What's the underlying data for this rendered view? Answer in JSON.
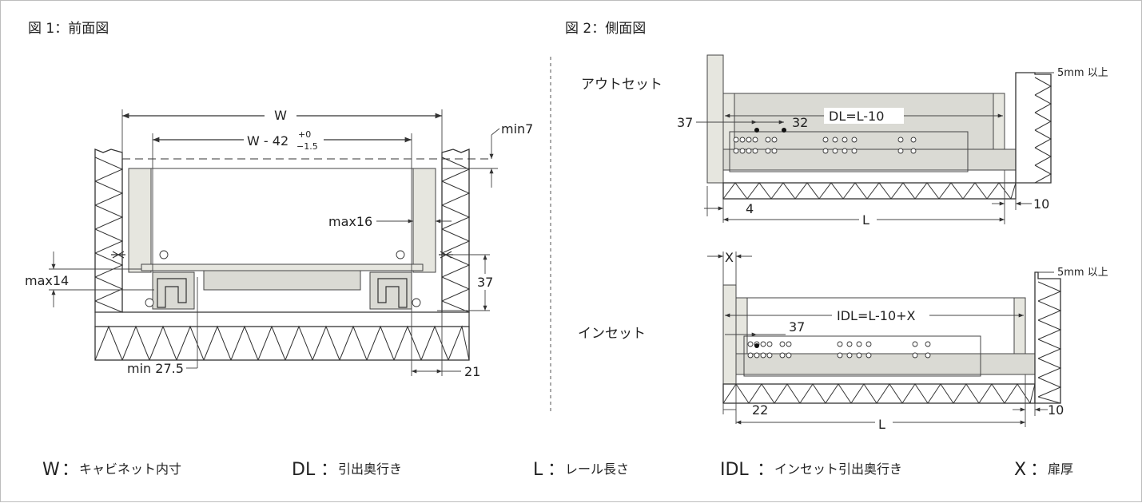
{
  "figure1": {
    "title": "図 1：前面図",
    "dim_w": "W",
    "dim_w42": "W - 42",
    "tol_plus": "+0",
    "tol_minus": "−1.5",
    "min7": "min7",
    "max16": "max16",
    "max14": "max14",
    "dim37": "37",
    "min275": "min 27.5",
    "dim21": "21"
  },
  "figure2": {
    "title": "図 2：側面図",
    "outset": {
      "label": "アウトセット",
      "gap": "5mm 以上",
      "dim37": "37",
      "dim32": "32",
      "dl": "DL=L-10",
      "dim4": "4",
      "dimL": "L",
      "dim10": "10"
    },
    "inset": {
      "label": "インセット",
      "x": "X",
      "gap": "5mm 以上",
      "idl": "IDL=L-10+X",
      "dim37": "37",
      "dim22": "22",
      "dimL": "L",
      "dim10": "10"
    }
  },
  "legend": [
    {
      "key": "W",
      "sep": "：",
      "desc": "キャビネット内寸"
    },
    {
      "key": "DL",
      "sep": "：",
      "desc": "引出奥行き"
    },
    {
      "key": "L",
      "sep": "：",
      "desc": "レール長さ"
    },
    {
      "key": "IDL",
      "sep": "：",
      "desc": "インセット引出奥行き"
    },
    {
      "key": "X",
      "sep": "：",
      "desc": "扉厚"
    }
  ]
}
